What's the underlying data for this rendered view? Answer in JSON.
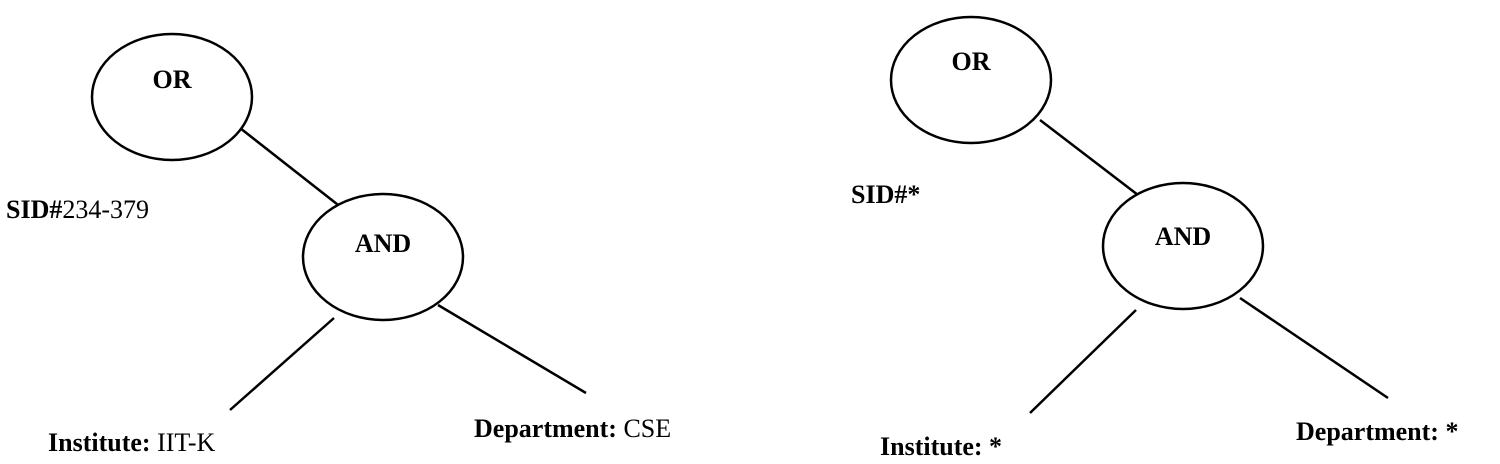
{
  "trees": [
    {
      "root": {
        "label": "OR"
      },
      "sid": {
        "key": "SID#",
        "value": "234-379"
      },
      "child": {
        "label": "AND"
      },
      "leaves": [
        {
          "key": "Institute:",
          "value": " IIT-K"
        },
        {
          "key": "Department:",
          "value": " CSE"
        }
      ]
    },
    {
      "root": {
        "label": "OR"
      },
      "sid": {
        "key": "SID#*",
        "value": ""
      },
      "child": {
        "label": "AND"
      },
      "leaves": [
        {
          "key": "Institute: *",
          "value": ""
        },
        {
          "key": "Department: *",
          "value": ""
        }
      ]
    }
  ]
}
